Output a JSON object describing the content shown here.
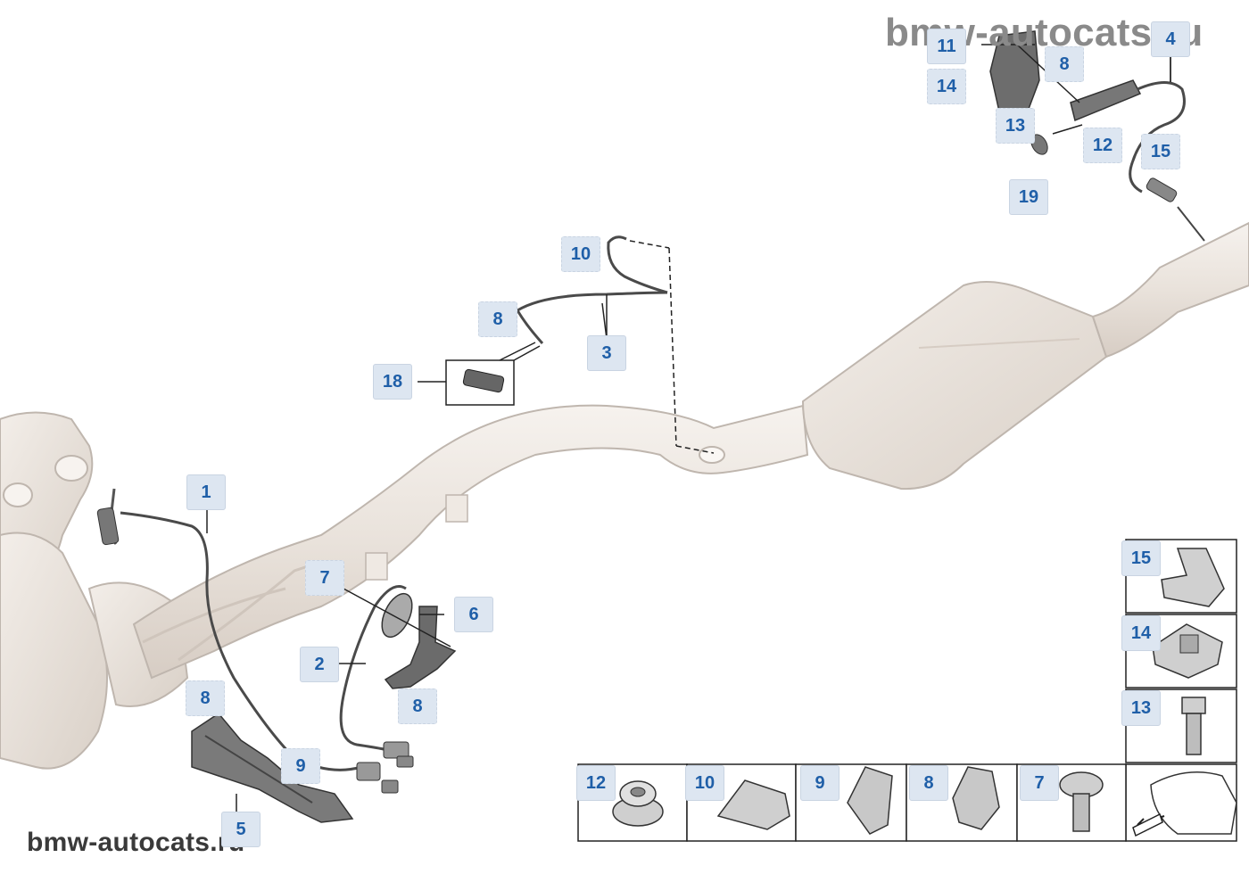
{
  "watermark": {
    "top": "bmw-autocats.ru",
    "bottom": "bmw-autocats.ru"
  },
  "callouts": {
    "c1": "1",
    "c2": "2",
    "c3": "3",
    "c4": "4",
    "c5": "5",
    "c6": "6",
    "c7": "7",
    "c8a": "8",
    "c8b": "8",
    "c8c": "8",
    "c8d": "8",
    "c9": "9",
    "c10": "10",
    "c11": "11",
    "c12": "12",
    "c13": "13",
    "c14": "14",
    "c15": "15",
    "c18": "18",
    "c19": "19"
  },
  "parts_grid": {
    "p15": "15",
    "p14": "14",
    "p13": "13",
    "p12": "12",
    "p10": "10",
    "p9": "9",
    "p8": "8",
    "p7": "7"
  },
  "colors": {
    "callout_text": "#1f5fa8",
    "callout_bg": "#dde6f1",
    "exhaust_fill": "#eee8e2",
    "exhaust_stroke": "#bfb6ae",
    "part_dark": "#5a5a5a"
  }
}
